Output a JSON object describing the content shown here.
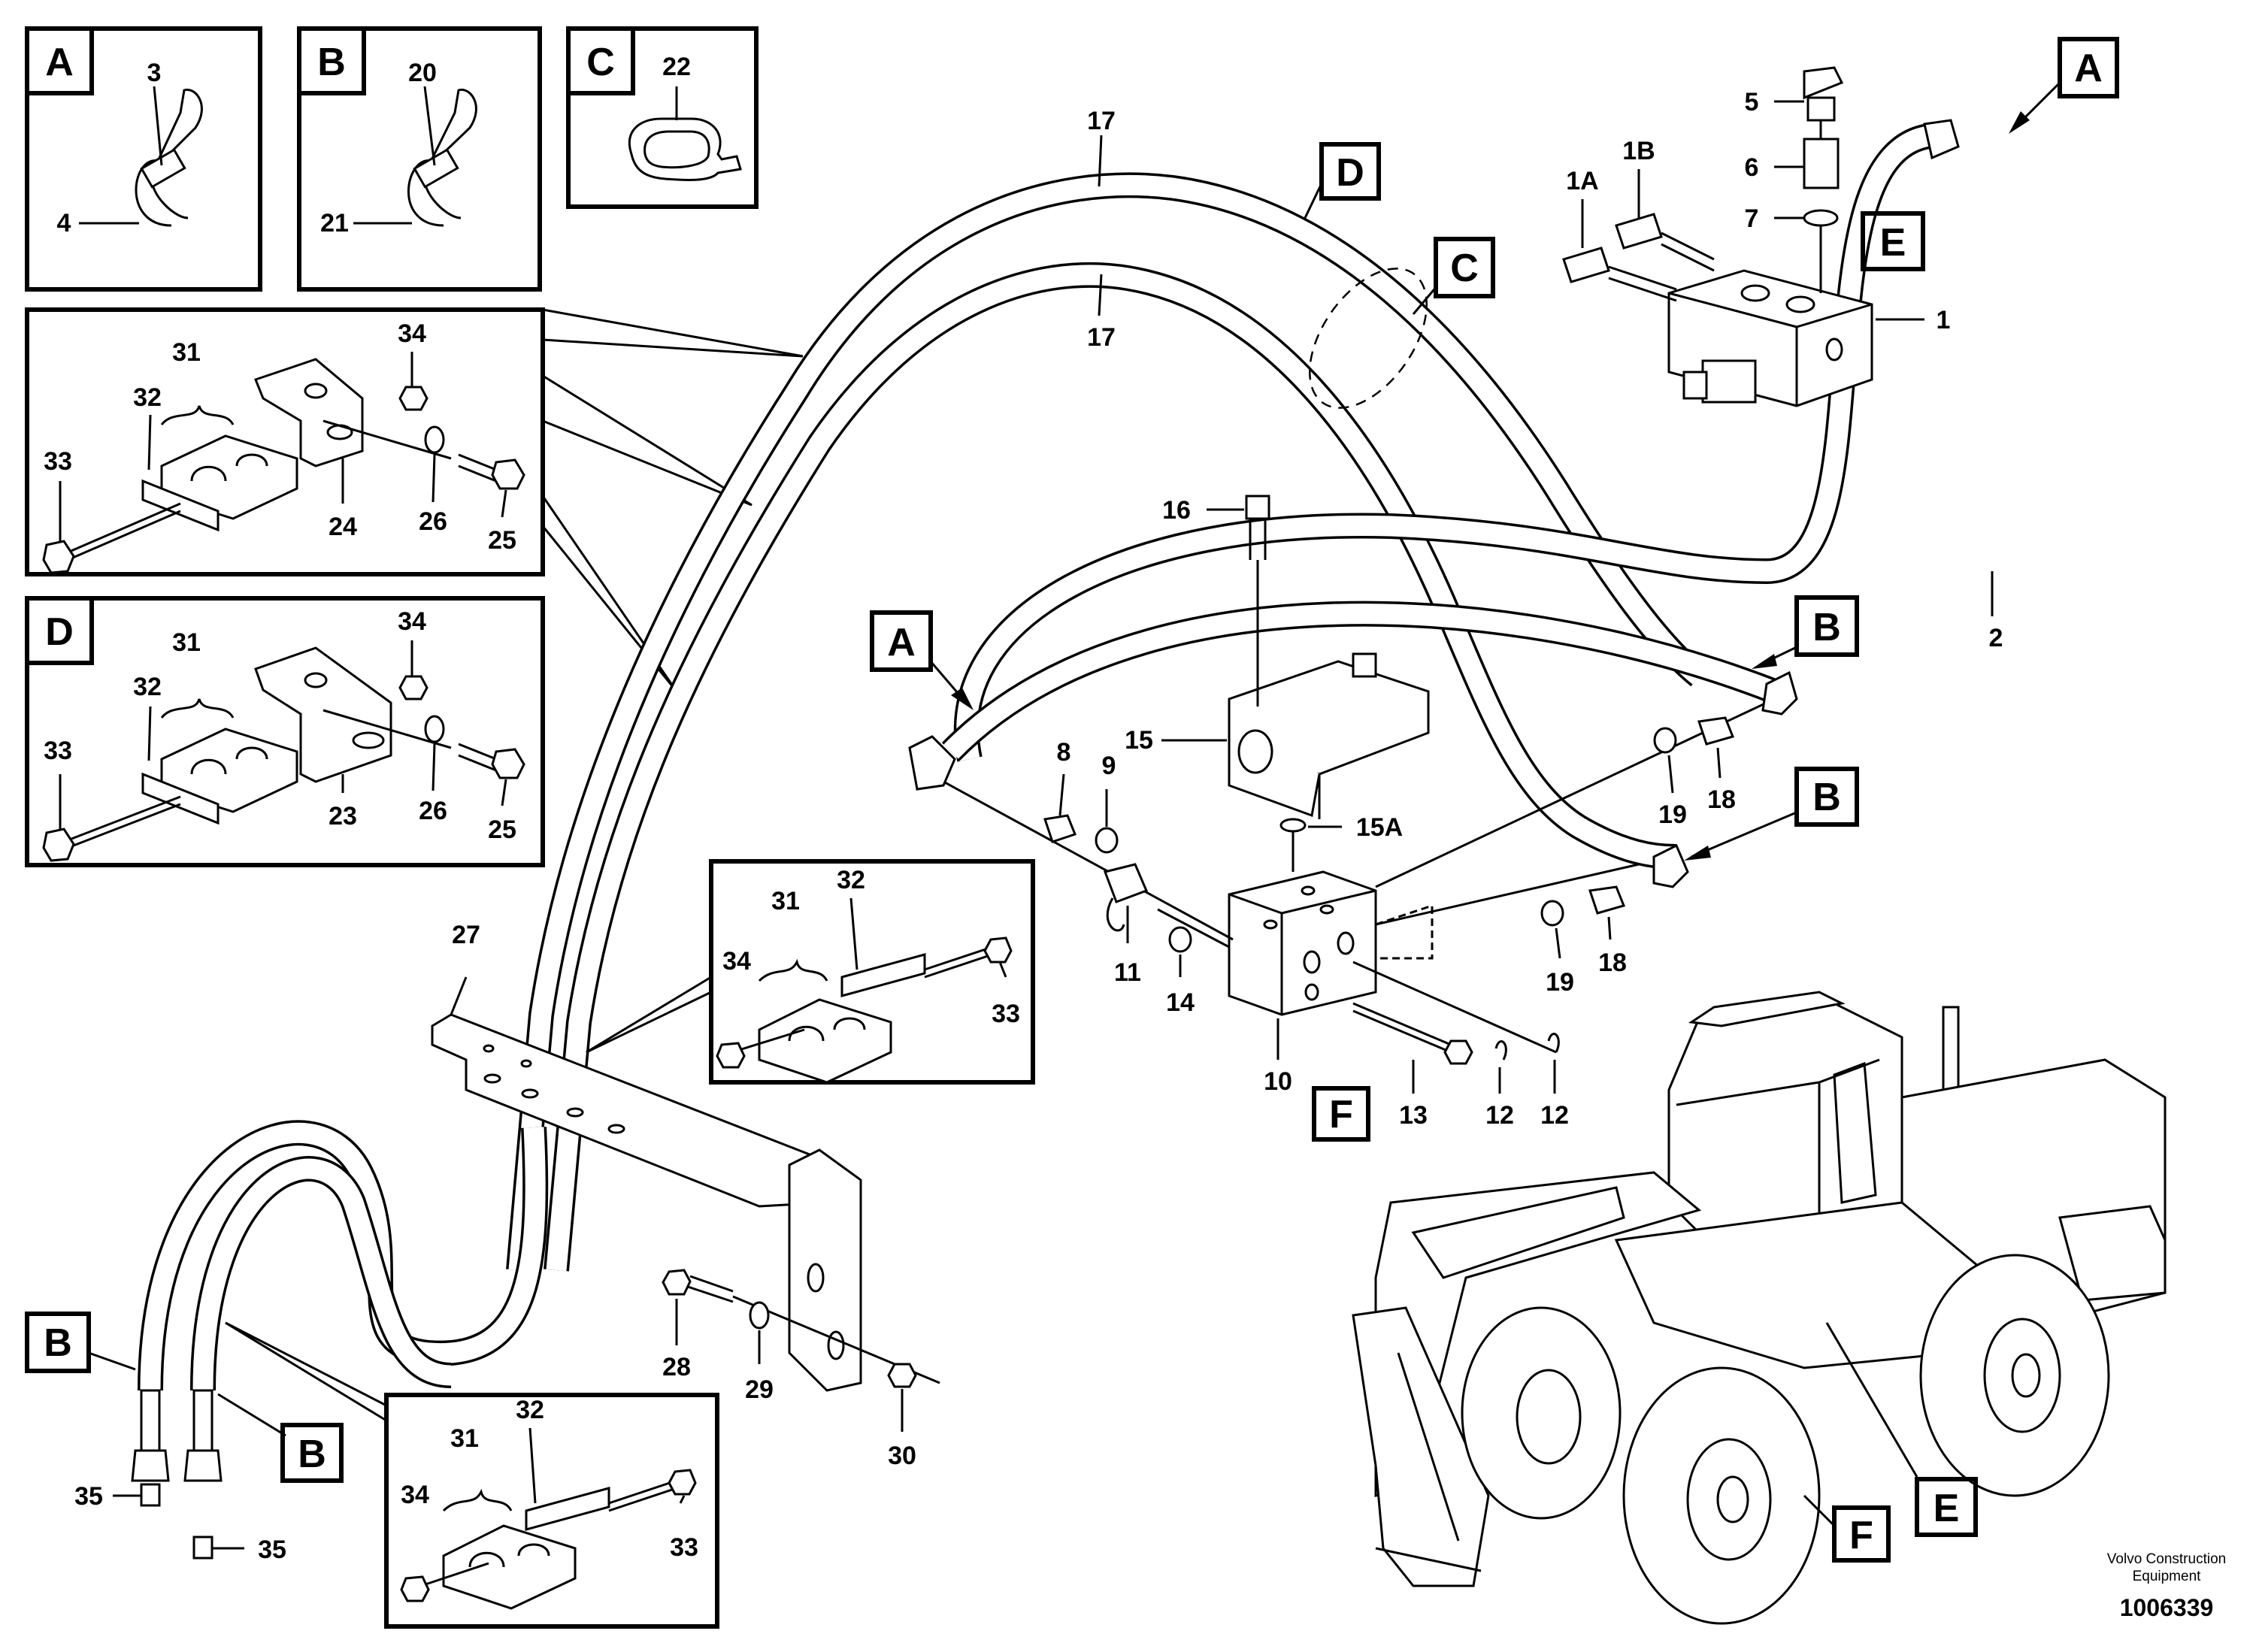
{
  "boxes": {
    "A": "A",
    "B": "B",
    "C": "C",
    "D": "D"
  },
  "callouts": {
    "A_top": "A",
    "D_top": "D",
    "C_top": "C",
    "A_mid": "A",
    "B_mid1": "B",
    "B_mid2": "B",
    "E_valve": "E",
    "F_block": "F",
    "B_bottom1": "B",
    "B_bottom2": "B",
    "E_loader": "E",
    "F_loader": "F"
  },
  "labels": {
    "n1": "1",
    "n1A": "1A",
    "n1B": "1B",
    "n2": "2",
    "n3": "3",
    "n4": "4",
    "n5": "5",
    "n6": "6",
    "n7": "7",
    "n8": "8",
    "n9": "9",
    "n10": "10",
    "n11": "11",
    "n12a": "12",
    "n12b": "12",
    "n13": "13",
    "n14": "14",
    "n15": "15",
    "n15A": "15A",
    "n16": "16",
    "n17a": "17",
    "n17b": "17",
    "n18a": "18",
    "n18b": "18",
    "n19a": "19",
    "n19b": "19",
    "n20": "20",
    "n21": "21",
    "n22": "22",
    "n23": "23",
    "n24": "24",
    "n25a": "25",
    "n25b": "25",
    "n26a": "26",
    "n26b": "26",
    "n27": "27",
    "n28": "28",
    "n29": "29",
    "n30": "30",
    "n31a": "31",
    "n31b": "31",
    "n31c": "31",
    "n31d": "31",
    "n32a": "32",
    "n32b": "32",
    "n32c": "32",
    "n32d": "32",
    "n33a": "33",
    "n33b": "33",
    "n33c": "33",
    "n33d": "33",
    "n34a": "34",
    "n34b": "34",
    "n34c": "34",
    "n34d": "34",
    "n35a": "35",
    "n35b": "35"
  },
  "footer": {
    "company_line1": "Volvo Construction",
    "company_line2": "Equipment",
    "ref_number": "1006339"
  }
}
